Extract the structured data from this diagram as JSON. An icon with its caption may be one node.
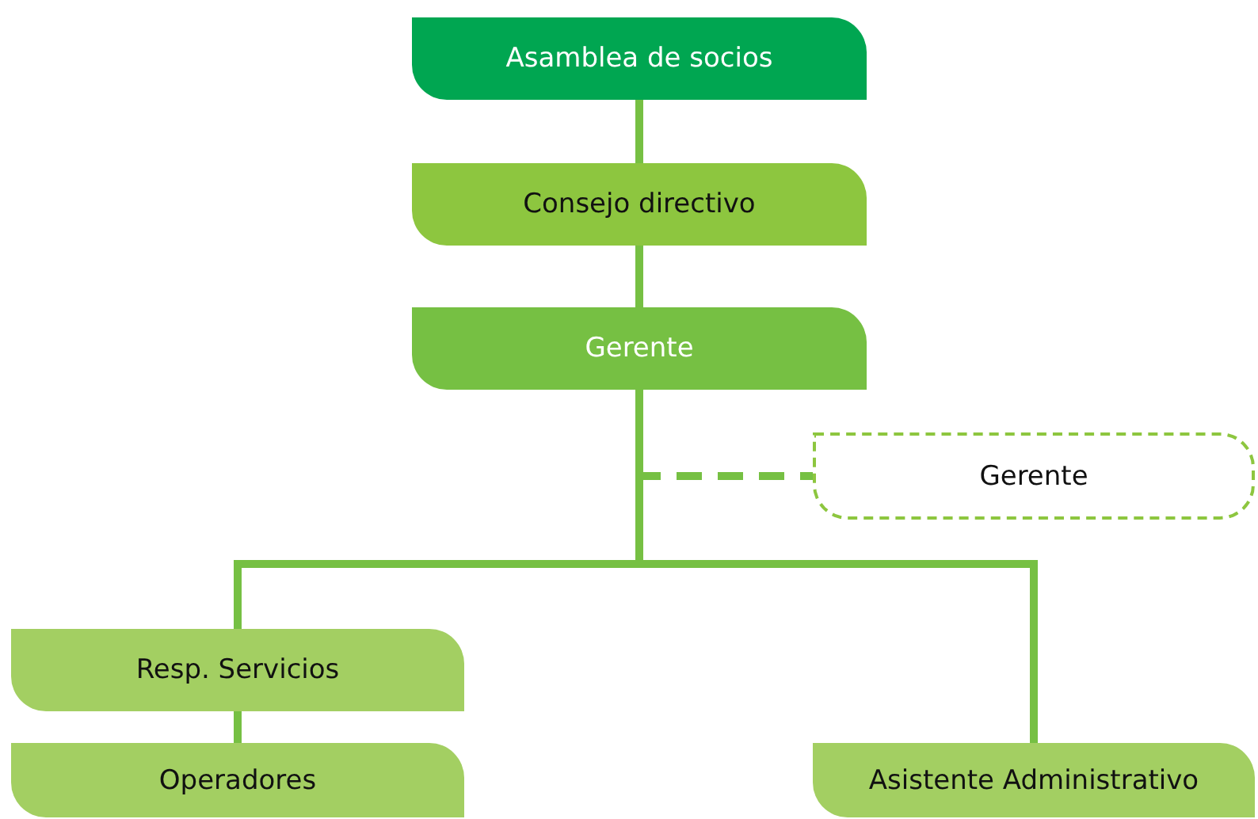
{
  "diagram": {
    "nodes": [
      {
        "text": [
          "Asamblea de socios"
        ]
      },
      {
        "text": [
          "Consejo directivo"
        ]
      },
      {
        "text": [
          "Gerente"
        ]
      },
      {
        "text": [
          "Gerente"
        ]
      },
      {
        "text": [
          "Resp. Servicios"
        ]
      },
      {
        "text": [
          "Operadores"
        ]
      },
      {
        "text": [
          "Asistente Administrativo"
        ]
      }
    ],
    "edges": [
      {
        "from": 0,
        "to": 1,
        "arrow": "none"
      },
      {
        "from": 1,
        "to": 2,
        "arrow": "none"
      },
      {
        "from": 2,
        "to": 3,
        "arrow": "none",
        "style": "dashed"
      },
      {
        "from": 2,
        "to": 4,
        "arrow": "none"
      },
      {
        "from": 4,
        "to": 5,
        "arrow": "none"
      },
      {
        "from": 2,
        "to": 6,
        "arrow": "none"
      }
    ]
  }
}
